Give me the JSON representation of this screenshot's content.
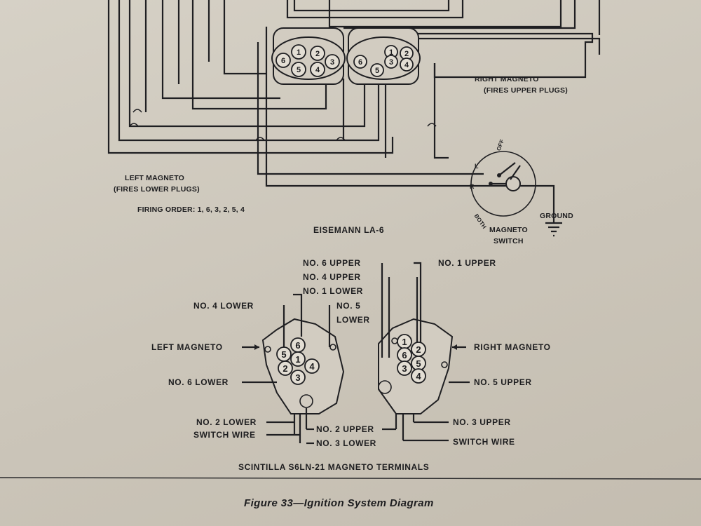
{
  "top": {
    "right_magneto_1": "RIGHT MAGNETO",
    "right_magneto_2": "(FIRES UPPER PLUGS)",
    "left_magneto_1": "LEFT MAGNETO",
    "left_magneto_2": "(FIRES LOWER PLUGS)",
    "firing_order": "FIRING ORDER:  1, 6, 3, 2, 5, 4",
    "model": "EISEMANN  LA-6",
    "switch_1": "MAGNETO",
    "switch_2": "SWITCH",
    "ground": "GROUND",
    "pos_off": "OFF",
    "pos_l": "L",
    "pos_r": "R",
    "pos_both": "BOTH",
    "left_terminals": [
      "1",
      "2",
      "3",
      "4",
      "5",
      "6"
    ],
    "right_terminals": [
      "1",
      "2",
      "3",
      "4",
      "5",
      "6"
    ]
  },
  "bottom": {
    "no6_upper": "NO. 6 UPPER",
    "no4_upper": "NO. 4 UPPER",
    "no1_lower": "NO. 1 LOWER",
    "no4_lower": "NO. 4 LOWER",
    "no5_lower_1": "NO. 5",
    "no5_lower_2": "LOWER",
    "left_magneto": "LEFT MAGNETO",
    "no6_lower": "NO. 6 LOWER",
    "no2_lower": "NO. 2 LOWER",
    "switch_wire_left": "SWITCH WIRE",
    "no2_upper": "NO. 2 UPPER",
    "no3_lower": "NO. 3 LOWER",
    "no1_upper": "NO. 1 UPPER",
    "right_magneto": "RIGHT MAGNETO",
    "no5_upper": "NO. 5 UPPER",
    "no3_upper": "NO. 3 UPPER",
    "switch_wire_right": "SWITCH WIRE",
    "left_terminals": [
      "6",
      "5",
      "1",
      "4",
      "2",
      "3"
    ],
    "right_terminals": [
      "1",
      "2",
      "6",
      "3",
      "5",
      "4"
    ],
    "title": "SCINTILLA  S6LN-21  MAGNETO  TERMINALS"
  },
  "caption": "Figure 33—Ignition System Diagram"
}
